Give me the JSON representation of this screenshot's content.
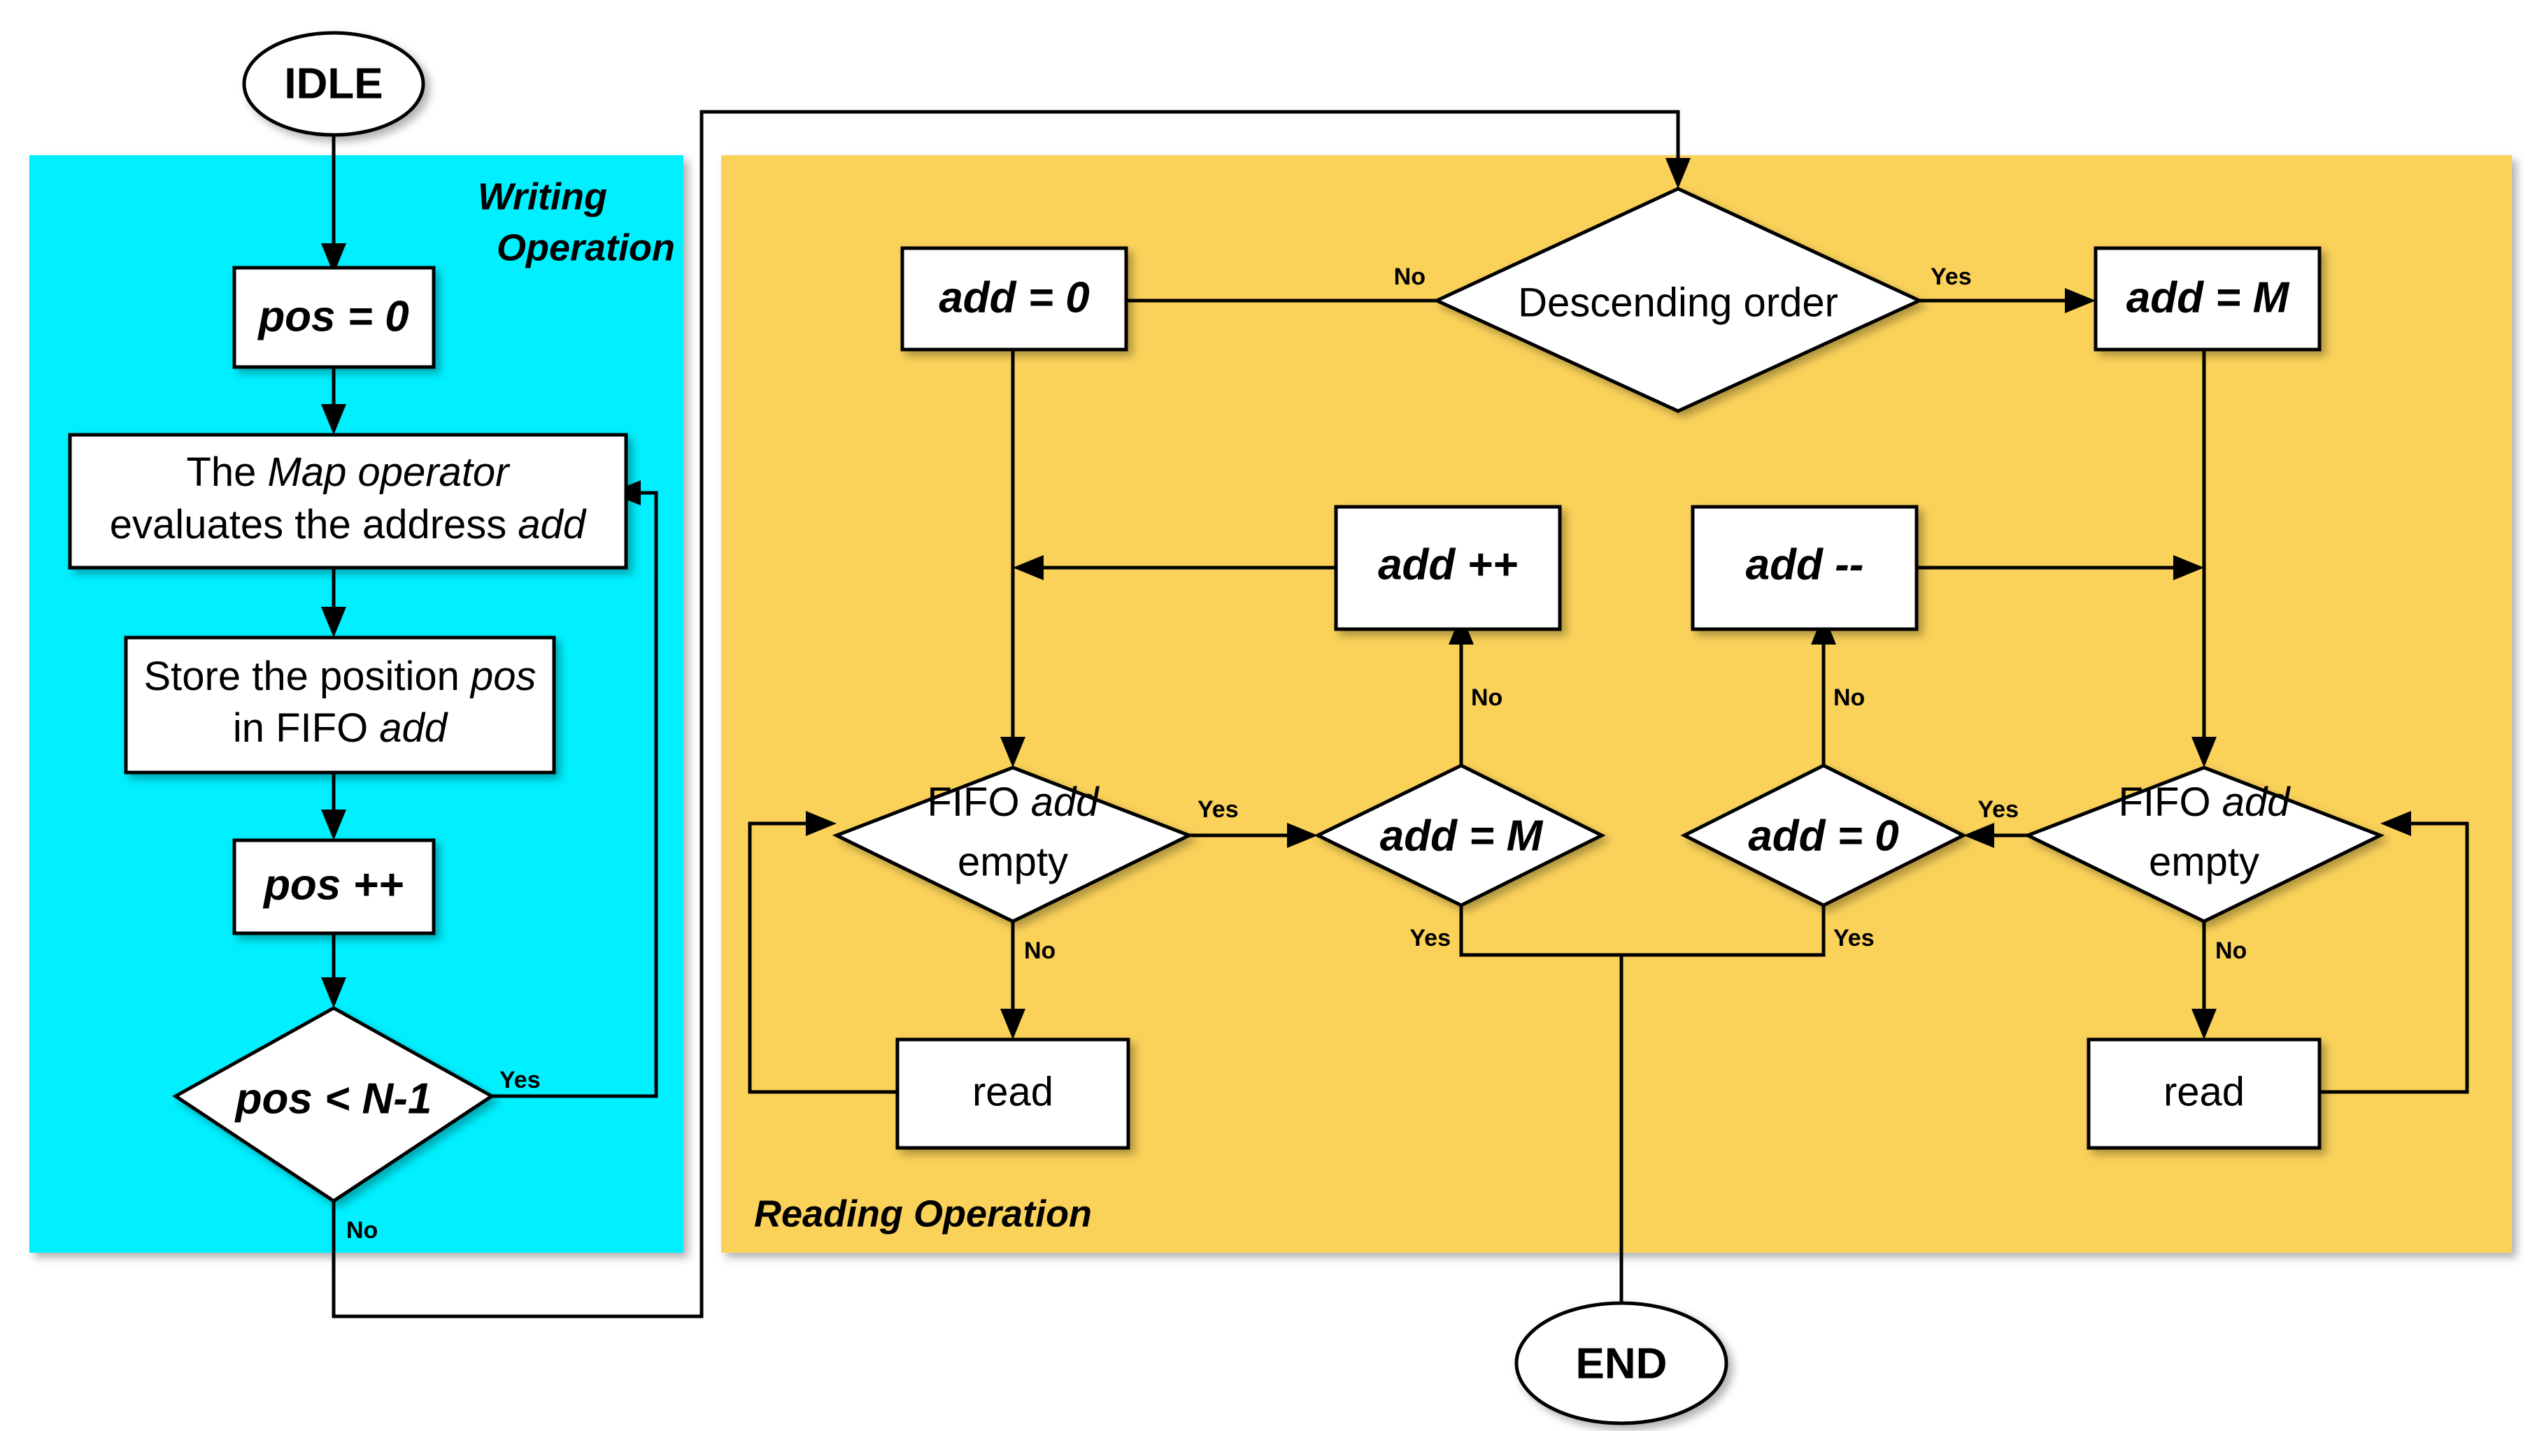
{
  "diagram": {
    "title_regions": {
      "writing": {
        "line1": "Writing",
        "line2": "Operation",
        "bg_color": "#00f0ff"
      },
      "reading": {
        "label": "Reading Operation",
        "bg_color": "#fad25a"
      }
    },
    "terminals": {
      "start": "IDLE",
      "end": "END"
    },
    "writing_nodes": {
      "pos_init": "pos = 0",
      "map_eval_line1": "The Map operator",
      "map_eval_line2": "evaluates the address add",
      "store_line1": "Store the position pos",
      "store_line2": "in FIFO add",
      "pos_inc": "pos ++",
      "pos_test": "pos < N-1"
    },
    "reading_nodes": {
      "descending_order": "Descending order",
      "add_zero": "add = 0",
      "add_m": "add = M",
      "add_inc": "add ++",
      "add_dec": "add --",
      "fifo_empty_left_line1": "FIFO add",
      "fifo_empty_left_line2": "empty",
      "fifo_empty_right_line1": "FIFO add",
      "fifo_empty_right_line2": "empty",
      "add_eq_m": "add = M",
      "add_eq_zero": "add = 0",
      "read_left": "read",
      "read_right": "read"
    },
    "edge_labels": {
      "pos_test_yes": "Yes",
      "pos_test_no": "No",
      "descending_no": "No",
      "descending_yes": "Yes",
      "fifo_left_yes": "Yes",
      "fifo_left_no": "No",
      "add_eq_m_no": "No",
      "add_eq_m_yes": "Yes",
      "add_eq_zero_no": "No",
      "add_eq_zero_yes": "Yes",
      "fifo_right_yes": "Yes",
      "fifo_right_no": "No"
    },
    "colors": {
      "writing_bg": "#00f0ff",
      "reading_bg": "#fad25a",
      "node_fill": "#ffffff",
      "stroke": "#000000"
    }
  }
}
